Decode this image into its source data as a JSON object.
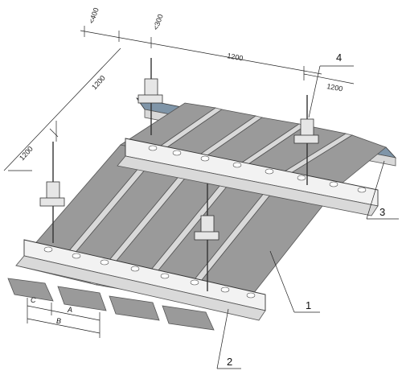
{
  "dimensions": {
    "top_left": "<400",
    "top_middle": "<300",
    "top_span": "1200",
    "right_span": "1200",
    "left_diag_1": "1200",
    "left_diag_2": "1200"
  },
  "callouts": {
    "c1": "1",
    "c2": "2",
    "c3": "3",
    "c4": "4"
  },
  "letters": {
    "c": "C",
    "a": "A",
    "b": "B"
  }
}
